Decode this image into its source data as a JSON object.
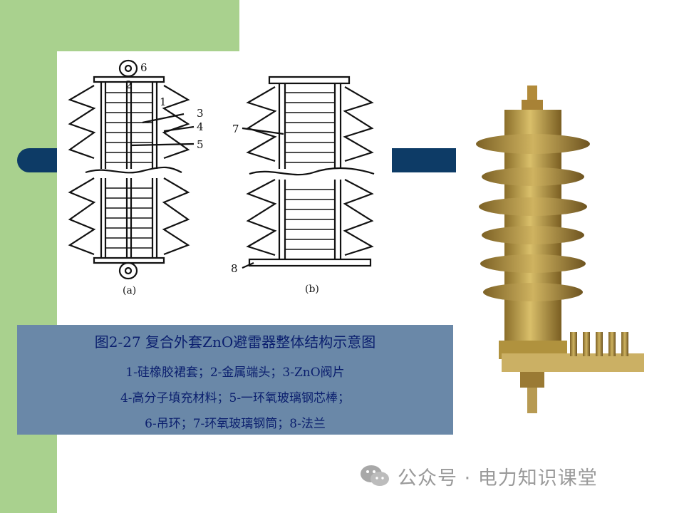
{
  "figure": {
    "label_a": "(a)",
    "label_b": "(b)",
    "numbers": [
      "1",
      "2",
      "3",
      "4",
      "5",
      "6",
      "7",
      "8"
    ]
  },
  "caption": {
    "title": "图2-27 复合外套ZnO避雷器整体结构示意图",
    "line1": "1-硅橡胶裙套；2-金属端头；3-ZnO阀片",
    "line2": "4-高分子填充材料；5-一环氧玻璃钢芯棒；",
    "line3": "6-吊环；7-环氧玻璃钢筒；8-法兰"
  },
  "watermark": {
    "text": "公众号 · 电力知识课堂",
    "icon": "wechat-icon"
  },
  "colors": {
    "green": "#a9d18e",
    "navy": "#0d3b66",
    "caption_bg": "#6a88a8",
    "caption_text": "#0b1f6e",
    "arrester_body": "#bfa14a"
  }
}
